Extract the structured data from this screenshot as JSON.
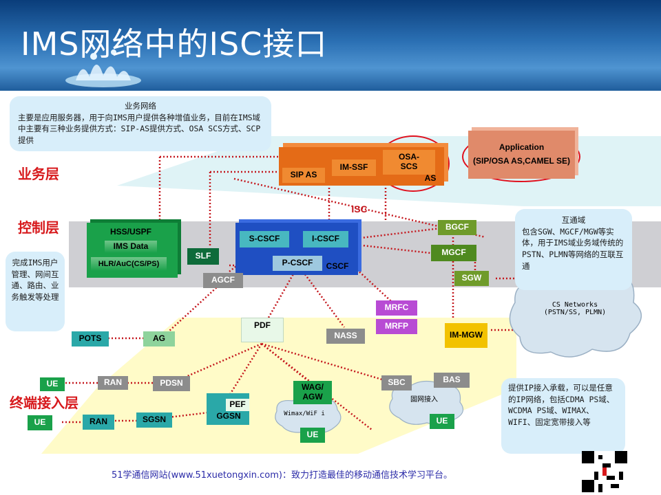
{
  "title": "IMS网络中的ISC接口",
  "layers": {
    "service": "业务层",
    "control": "控制层",
    "access": "终端接入层"
  },
  "notes": {
    "service": {
      "title": "业务网络",
      "body": "主要是应用服务器，用于向IMS用户提供各种增值业务，目前在IMS域中主要有三种业务提供方式：SIP-AS提供方式、OSA SCS方式、SCP提供"
    },
    "hss": "完成IMS用户管理、网间互通、路由、业务触发等处理",
    "interconnect": {
      "title": "互通域",
      "body": "包含SGW、MGCF/MGW等实体，用于IMS域业务域传统的PSTN、PLMN等网络的互联互通"
    },
    "access": "提供IP接入承载，可以是任意的IP网络，包括CDMA PS域、WCDMA PS域、WIMAX、WIFI、固定宽带接入等"
  },
  "nodes": {
    "application": "Application",
    "application_sub": "(SIP/OSA AS,CAMEL SE)",
    "sip_as": "SIP AS",
    "im_ssf": "IM-SSF",
    "osa_scs": "OSA-SCS",
    "as": "AS",
    "isc": "ISC",
    "hss_uspf": "HSS/USPF",
    "ims_data": "IMS Data",
    "hlr_auc": "HLR/AuC(CS/PS)",
    "slf": "SLF",
    "s_cscf": "S-CSCF",
    "i_cscf": "I-CSCF",
    "p_cscf": "P-CSCF",
    "cscf": "CSCF",
    "agcf": "AGCF",
    "bgcf": "BGCF",
    "mgcf": "MGCF",
    "sgw": "SGW",
    "mrfc": "MRFC",
    "mrfp": "MRFP",
    "im_mgw": "IM-MGW",
    "cs_networks": "CS Networks",
    "cs_networks_sub": "(PSTN/SS, PLMN)",
    "pdf": "PDF",
    "nass": "NASS",
    "pots": "POTS",
    "ag": "AG",
    "ue1": "UE",
    "ran1": "RAN",
    "pdsn": "PDSN",
    "ue2": "UE",
    "ran2": "RAN",
    "sgsn": "SGSN",
    "pef": "PEF",
    "ggsn": "GGSN",
    "wag_agw": "WAG/ AGW",
    "wimax_wifi": "Wimax/WiF i",
    "ue3": "UE",
    "sbc": "SBC",
    "bas": "BAS",
    "fixed_access": "固网接入",
    "ue4": "UE"
  },
  "footer": "51学通信网站(www.51xuetongxin.com)：致力打造最佳的移动通信技术学习平台。",
  "colors": {
    "header": "#1f5d9c",
    "label_red": "#d7191c",
    "node_green": "#1aa14a",
    "node_orange": "#d9731c",
    "cscf_blue": "#1f4fc2"
  }
}
